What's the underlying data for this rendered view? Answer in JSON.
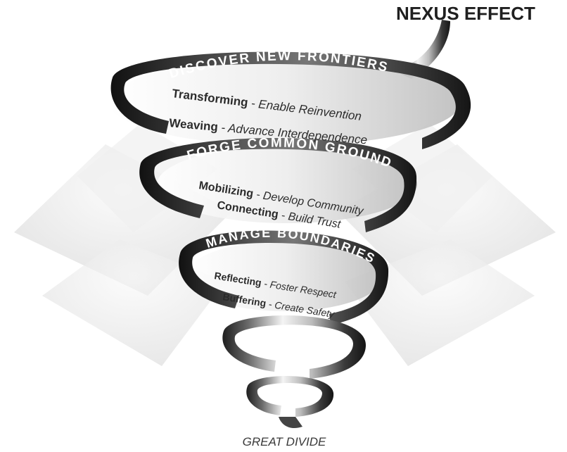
{
  "title": "NEXUS EFFECT",
  "bottom_label": "GREAT DIVIDE",
  "tiers": [
    {
      "label": "DISCOVER NEW FRONTIERS",
      "items": [
        {
          "practice": "Transforming",
          "separator": " - ",
          "goal": "Enable Reinvention"
        },
        {
          "practice": "Weaving",
          "separator": " - ",
          "goal": "Advance Interdependence"
        }
      ]
    },
    {
      "label": "FORGE COMMON GROUND",
      "items": [
        {
          "practice": "Mobilizing",
          "separator": " - ",
          "goal": "Develop Community"
        },
        {
          "practice": "Connecting",
          "separator": " - ",
          "goal": "Build Trust"
        }
      ]
    },
    {
      "label": "MANAGE BOUNDARIES",
      "items": [
        {
          "practice": "Reflecting",
          "separator": " - ",
          "goal": "Foster Respect"
        },
        {
          "practice": "Buffering",
          "separator": " - ",
          "goal": "Create Safety"
        }
      ]
    }
  ],
  "colors": {
    "ribbon_dark": "#2a2a2a",
    "ribbon_light": "#f2f2f2",
    "fan": "#e6e6e6",
    "text": "#2b2b2b"
  }
}
